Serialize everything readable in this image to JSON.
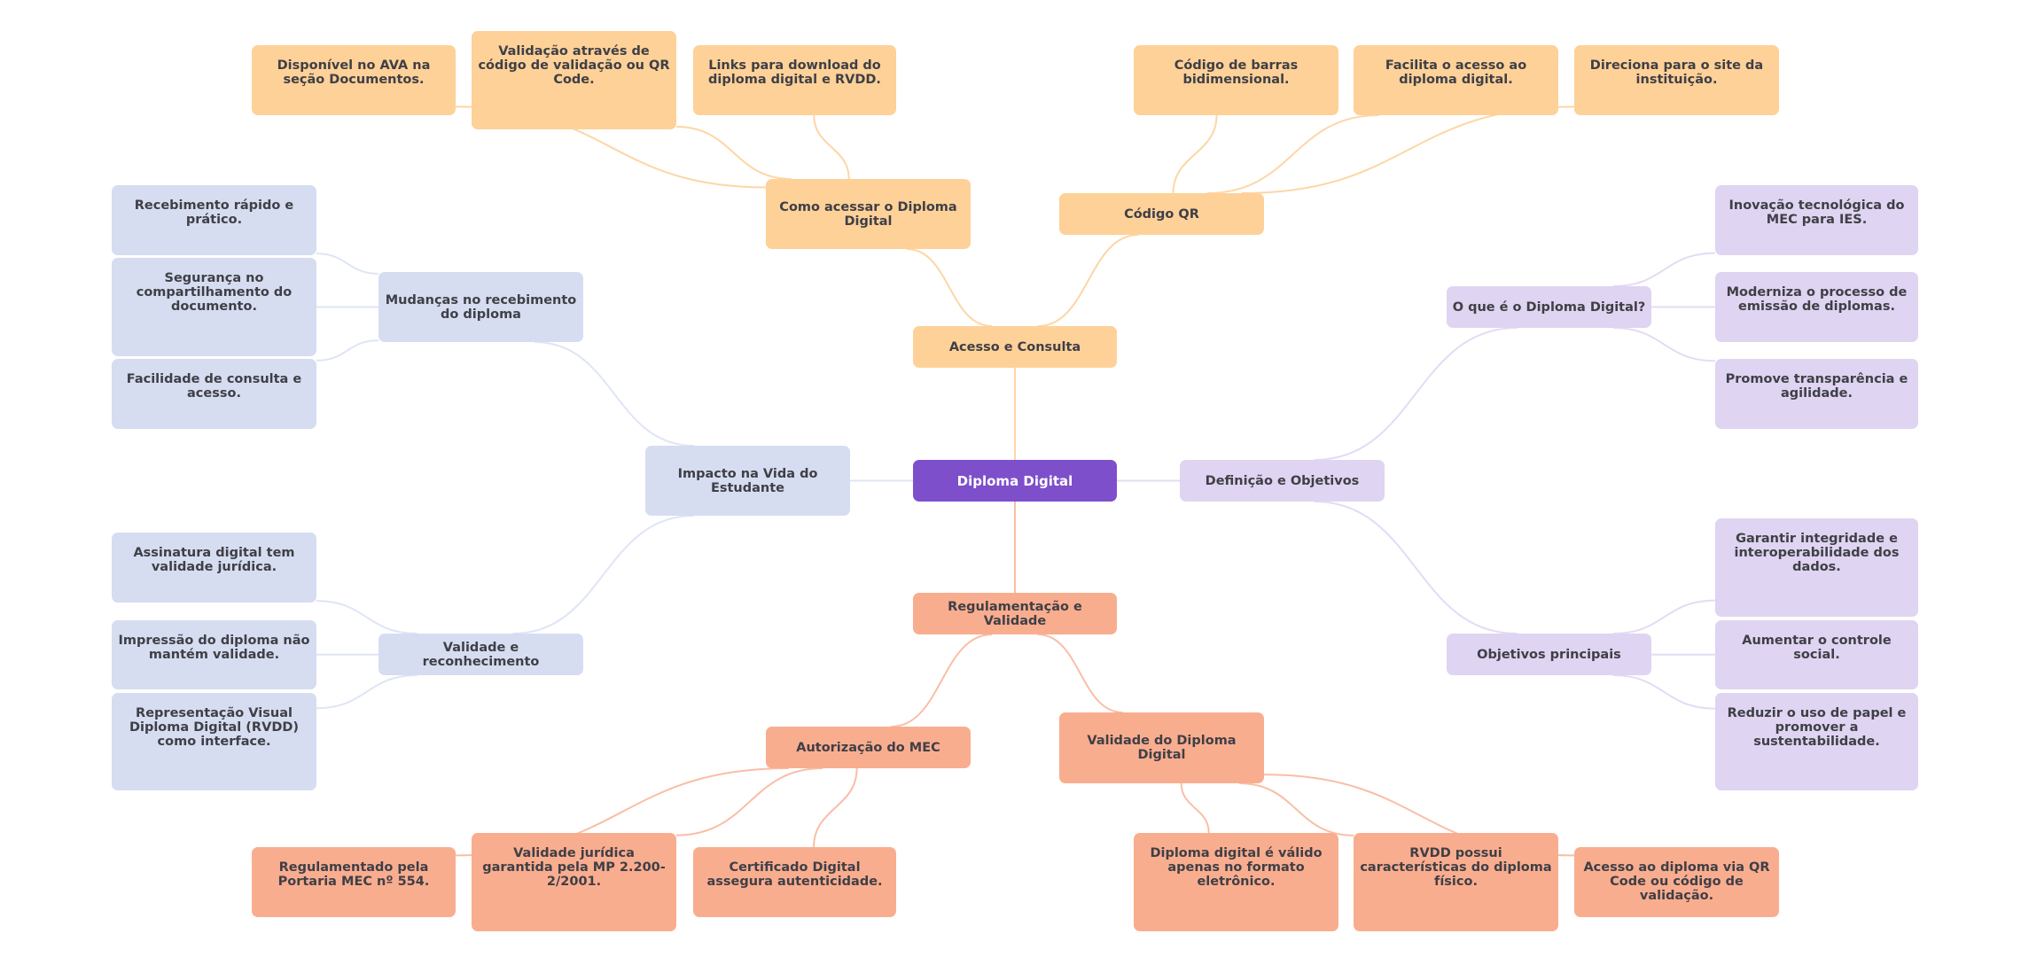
{
  "colors": {
    "root": "#7e4fcb",
    "orange": "#fdd198",
    "blue": "#d6ddf1",
    "purple": "#dfd4f1",
    "salmon": "#f9ad8f",
    "line_orange": "#fdd6a6",
    "line_blue": "#dfe5f5",
    "line_purple": "#e4dbf4",
    "line_salmon": "#f9bea6",
    "text": "#3f3f46"
  },
  "mindmap": {
    "root": {
      "id": "root",
      "label": "Diploma Digital"
    },
    "branches": [
      {
        "id": "acesso",
        "label": "Acesso e Consulta",
        "color": "orange",
        "children": [
          {
            "id": "como",
            "label": "Como acessar o Diploma Digital",
            "children": [
              {
                "id": "disponivel",
                "label": "Disponível no AVA na seção Documentos."
              },
              {
                "id": "validacao",
                "label": "Validação através de código de validação ou QR Code."
              },
              {
                "id": "links",
                "label": "Links para download do diploma digital e RVDD."
              }
            ]
          },
          {
            "id": "qr",
            "label": "Código QR",
            "children": [
              {
                "id": "barras",
                "label": "Código de barras bidimensional."
              },
              {
                "id": "facilita",
                "label": "Facilita o acesso ao diploma digital."
              },
              {
                "id": "direciona",
                "label": "Direciona para o site da instituição."
              }
            ]
          }
        ]
      },
      {
        "id": "impacto",
        "label": "Impacto na Vida do Estudante",
        "color": "blue",
        "children": [
          {
            "id": "mudancas",
            "label": "Mudanças no recebimento do diploma",
            "children": [
              {
                "id": "recebimento",
                "label": "Recebimento rápido e prático."
              },
              {
                "id": "seguranca",
                "label": "Segurança no compartilhamento do documento."
              },
              {
                "id": "facilidade",
                "label": "Facilidade de consulta e acesso."
              }
            ]
          },
          {
            "id": "valrec",
            "label": "Validade e reconhecimento",
            "children": [
              {
                "id": "assinatura",
                "label": "Assinatura digital tem validade jurídica."
              },
              {
                "id": "impressao",
                "label": "Impressão do diploma não mantém validade."
              },
              {
                "id": "representacao",
                "label": "Representação Visual Diploma Digital (RVDD) como interface."
              }
            ]
          }
        ]
      },
      {
        "id": "definicao",
        "label": "Definição e Objetivos",
        "color": "purple",
        "children": [
          {
            "id": "oque",
            "label": "O que é o Diploma Digital?",
            "children": [
              {
                "id": "inovacao",
                "label": "Inovação tecnológica do MEC para IES."
              },
              {
                "id": "moderniza",
                "label": "Moderniza o processo de emissão de diplomas."
              },
              {
                "id": "promove",
                "label": "Promove transparência e agilidade."
              }
            ]
          },
          {
            "id": "objetivos",
            "label": "Objetivos principais",
            "children": [
              {
                "id": "garantir",
                "label": "Garantir integridade e interoperabilidade dos dados."
              },
              {
                "id": "aumentar",
                "label": "Aumentar o controle social."
              },
              {
                "id": "reduzir",
                "label": "Reduzir o uso de papel e promover a sustentabilidade."
              }
            ]
          }
        ]
      },
      {
        "id": "regulamentacao",
        "label": "Regulamentação e Validade",
        "color": "salmon",
        "children": [
          {
            "id": "autorizacao",
            "label": "Autorização do MEC",
            "children": [
              {
                "id": "regulamentado",
                "label": "Regulamentado pela Portaria MEC nº 554."
              },
              {
                "id": "juridica",
                "label": "Validade jurídica garantida pela MP 2.200-2/2001."
              },
              {
                "id": "certificado",
                "label": "Certificado Digital assegura autenticidade."
              }
            ]
          },
          {
            "id": "validadediploma",
            "label": "Validade do Diploma Digital",
            "children": [
              {
                "id": "eletronico",
                "label": "Diploma digital é válido apenas no formato eletrônico."
              },
              {
                "id": "rvdd",
                "label": "RVDD possui características do diploma físico."
              },
              {
                "id": "acessoqr",
                "label": "Acesso ao diploma via QR Code ou código de validação."
              }
            ]
          }
        ]
      }
    ]
  }
}
